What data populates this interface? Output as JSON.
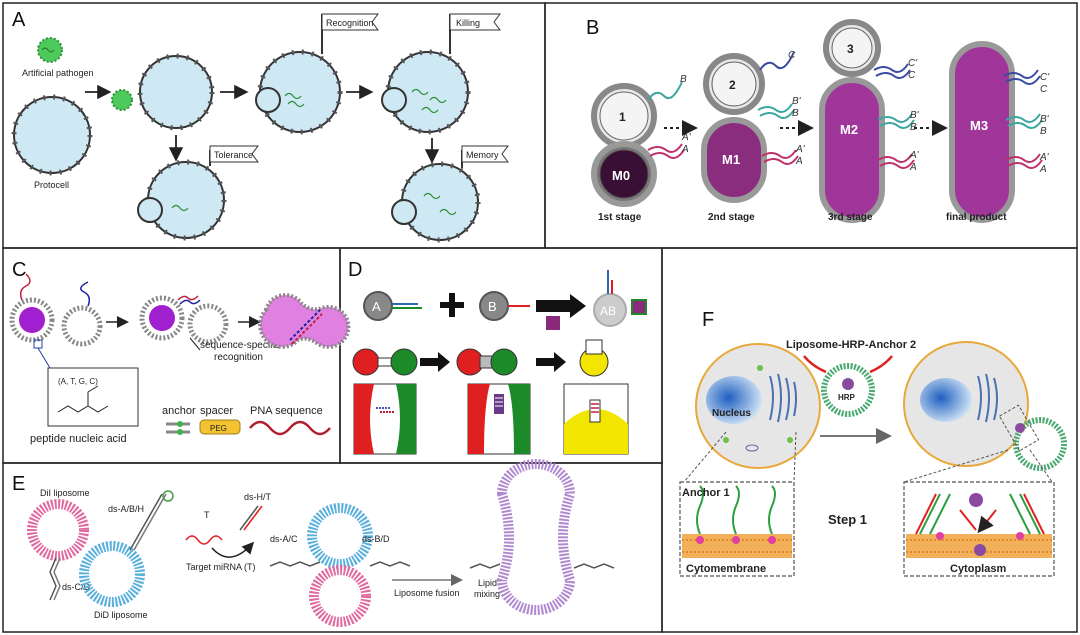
{
  "panels": {
    "A": {
      "label": "A",
      "artificial_pathogen": "Artificial pathogen",
      "protocell": "Protocell",
      "recognition": "Recognition",
      "killing": "Killing",
      "tolerance": "Tolerance",
      "memory": "Memory"
    },
    "B": {
      "label": "B",
      "cells": [
        "1",
        "2",
        "3"
      ],
      "cores": [
        "M0",
        "M1",
        "M2",
        "M3"
      ],
      "strands": [
        "A",
        "A'",
        "B",
        "B'",
        "C",
        "C'"
      ],
      "stages": [
        "1st stage",
        "2nd stage",
        "3rd stage",
        "final product"
      ]
    },
    "C": {
      "label": "C",
      "monomers": "(A, T, G, C)",
      "pna": "peptide nucleic acid",
      "recognition": "sequence-specific recognition",
      "anchor": "anchor",
      "spacer": "spacer",
      "pna_sequence": "PNA sequence",
      "peg": "PEG"
    },
    "D": {
      "label": "D",
      "a": "A",
      "b": "B",
      "ab": "AB"
    },
    "E": {
      "label": "E",
      "dil": "DiI liposome",
      "did": "DiD liposome",
      "ds_abh": "ds-A/B/H",
      "ds_cd": "ds-C/D",
      "t": "T",
      "ds_ht": "ds-H/T",
      "target": "Target miRNA (T)",
      "ds_ac": "ds-A/C",
      "ds_bd": "ds-B/D",
      "fusion": "Liposome fusion",
      "lipid_mixing": "Lipid mixing"
    },
    "F": {
      "label": "F",
      "liposome": "Liposome-HRP-Anchor 2",
      "hrp": "HRP",
      "nucleus": "Nucleus",
      "anchor1": "Anchor 1",
      "cytomembrane": "Cytomembrane",
      "step": "Step 1",
      "cytoplasm": "Cytoplasm"
    }
  },
  "colors": {
    "protocell": "#cfe9f4",
    "pathogen": "#4ec95b",
    "core": "#7a2a73",
    "teal": "#3aa6a0",
    "magenta": "#c0306a",
    "navy": "#3a4aa0",
    "red": "#e02020",
    "green": "#1d8a2a",
    "yellow": "#f2e600",
    "pink": "#e06aa0",
    "blue": "#5ab0dc",
    "purple": "#b08ad0"
  }
}
